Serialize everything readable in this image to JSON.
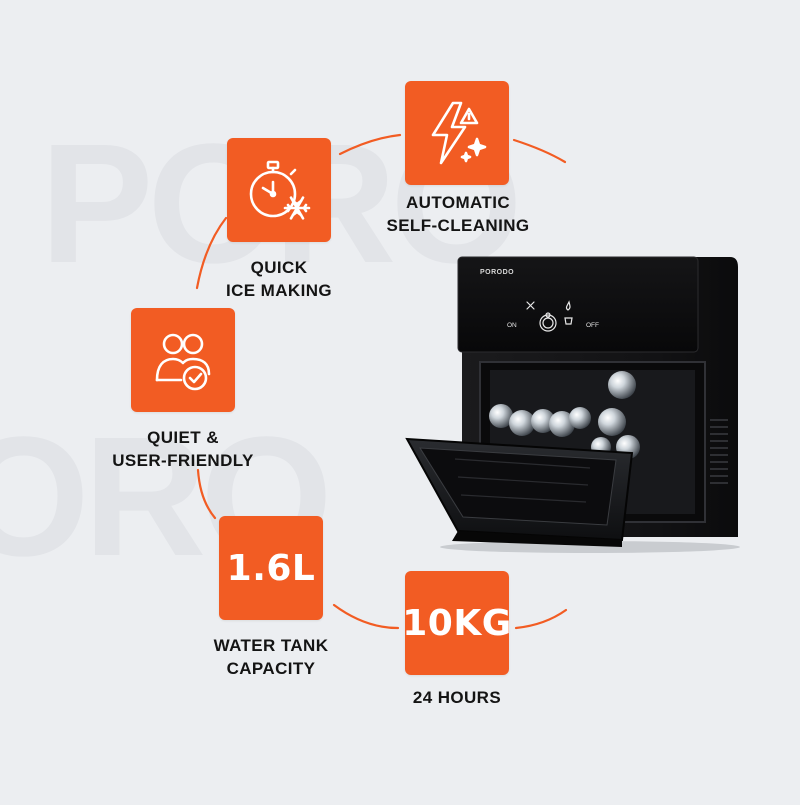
{
  "watermark": {
    "text": "PORO"
  },
  "features": {
    "self_cleaning": {
      "icon": "self-cleaning-icon",
      "line1": "AUTOMATIC",
      "line2": "SELF-CLEANING"
    },
    "quick_ice": {
      "icon": "timer-snowflake-icon",
      "line1": "QUICK",
      "line2": "ICE MAKING"
    },
    "quiet": {
      "icon": "users-check-icon",
      "line1": "QUIET &",
      "line2": "USER-FRIENDLY"
    },
    "tank": {
      "value": "1.6L",
      "line1": "WATER TANK",
      "line2": "CAPACITY"
    },
    "output": {
      "value": "10KG",
      "line1": "24 HOURS"
    }
  },
  "product": {
    "brand": "PORODO",
    "control_on": "ON",
    "control_off": "OFF"
  },
  "colors": {
    "accent": "#f25c23",
    "background": "#eceef1",
    "text": "#141414"
  }
}
